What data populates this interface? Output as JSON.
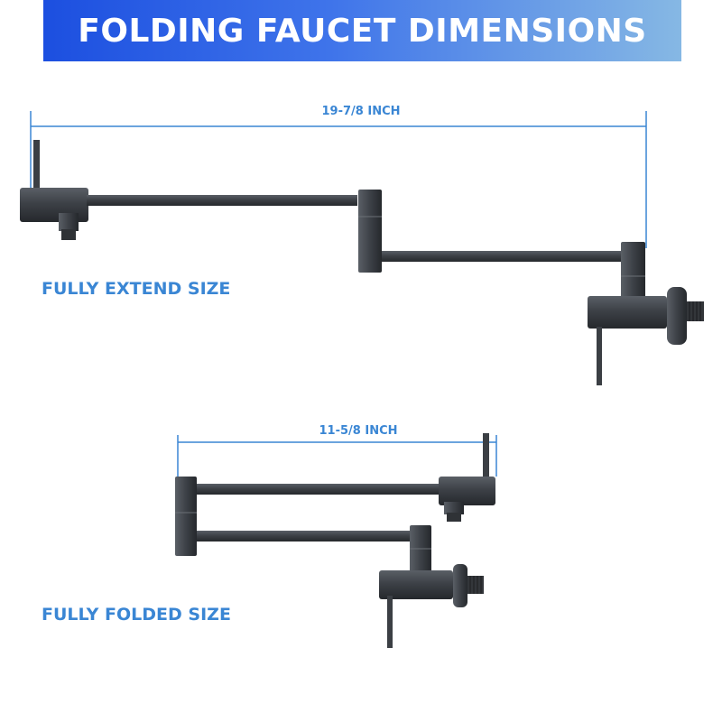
{
  "header": {
    "title": "FOLDING FAUCET DIMENSIONS"
  },
  "extended": {
    "label": "FULLY EXTEND SIZE",
    "dimension": "19-7/8 INCH"
  },
  "folded": {
    "label": "FULLY FOLDED SIZE",
    "dimension": "11-5/8 INCH"
  },
  "colors": {
    "banner_start": "#1c4fe0",
    "banner_end": "#86b8e4",
    "label_blue": "#3a86d4",
    "faucet": "#3b3f44"
  }
}
